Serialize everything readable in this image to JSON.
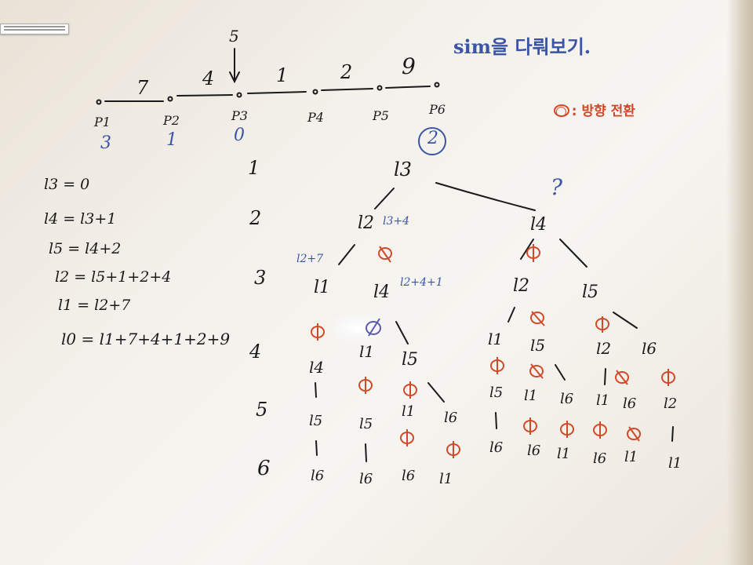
{
  "heading": {
    "line1": "sim을 다뤄보기.",
    "line2": "○ : 방향 전환"
  },
  "points": [
    {
      "name": "P1",
      "value": "3"
    },
    {
      "name": "P2",
      "value": "1"
    },
    {
      "name": "P3",
      "value": "0"
    },
    {
      "name": "P4",
      "value": ""
    },
    {
      "name": "P5",
      "value": ""
    },
    {
      "name": "P6",
      "value": ""
    }
  ],
  "segment_weights": [
    "7",
    "4",
    "1",
    "2",
    "9"
  ],
  "start_arrow_label": "5",
  "equations": [
    "l3 = 0",
    "l4 = l3+1",
    "l5 = l4+2",
    "l2 = l5+1+2+4",
    "l1 = l2+7",
    "l0 = l1+7+4+1+2+9"
  ],
  "depth_labels": [
    "1",
    "2",
    "3",
    "4",
    "5",
    "6"
  ],
  "tree": {
    "root": "l3",
    "root_mark": "?",
    "root_circle": "2",
    "level2": {
      "left": "l2",
      "left_note": "l3+4",
      "right": "l4"
    },
    "level3": {
      "a": "l1",
      "a_note": "l2+7",
      "b": "l4",
      "b_note": "l2+4+1",
      "c": "l2",
      "d": "l5"
    },
    "level4": {
      "a": "Φ",
      "b": "Φ",
      "b_child": "l1",
      "c": "l5",
      "d": "l1",
      "e": "l5",
      "f": "Φ",
      "g": "l2",
      "h": "l6"
    },
    "level5": [
      "l4",
      "Φ",
      "Φ",
      "Φ",
      "Φ",
      "|",
      "Φ",
      "Φ"
    ],
    "level6": [
      "l5",
      "l5",
      "l1",
      "l6",
      "l5",
      "l1",
      "l6",
      "l1",
      "l6",
      "l2"
    ],
    "level7": [
      "l6",
      "l6",
      "l6",
      "l1",
      "l6",
      "l6",
      "l1",
      "l6",
      "l1",
      "l1"
    ]
  },
  "colors": {
    "black_ink": "#1a1a1a",
    "blue_ink": "#3a55a6",
    "red_ink": "#d04a2a",
    "board": "#f5f3ef"
  }
}
